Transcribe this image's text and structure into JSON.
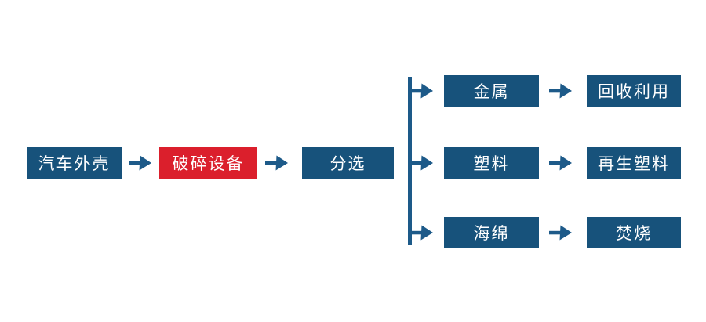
{
  "diagram": {
    "type": "flowchart",
    "direction": "left-to-right",
    "colors": {
      "node_blue": "#17527B",
      "node_red": "#DB1F2C",
      "connector_blue": "#1D5A89",
      "text": "#FFFFFF",
      "background": "#FFFFFF"
    },
    "main_nodes": [
      {
        "id": "car-shell",
        "label": "汽车外壳",
        "variant": "blue"
      },
      {
        "id": "crushing-equipment",
        "label": "破碎设备",
        "variant": "red"
      },
      {
        "id": "sorting",
        "label": "分选",
        "variant": "blue"
      }
    ],
    "branches": [
      {
        "material": "金属",
        "result": "回收利用"
      },
      {
        "material": "塑料",
        "result": "再生塑料"
      },
      {
        "material": "海绵",
        "result": "焚烧"
      }
    ],
    "edges": [
      "汽车外壳 → 破碎设备",
      "破碎设备 → 分选",
      "分选 → 金属",
      "分选 → 塑料",
      "分选 → 海绵",
      "金属 → 回收利用",
      "塑料 → 再生塑料",
      "海绵 → 焚烧"
    ]
  }
}
